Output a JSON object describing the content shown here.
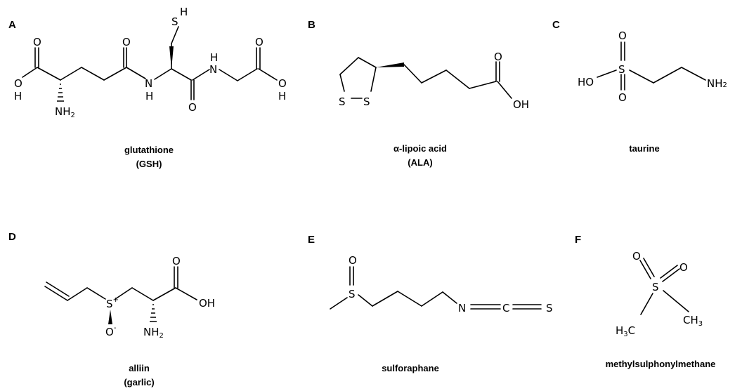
{
  "panels": {
    "A": {
      "letter": "A",
      "name": "glutathione",
      "abbr": "(GSH)",
      "atoms": {
        "o1": "O",
        "o2": "O",
        "o3": "O",
        "o4": "O",
        "oh_left_o": "O",
        "oh_left_h": "H",
        "oh_right_o": "O",
        "oh_right_h": "H",
        "nh2": "NH",
        "nh2_sub": "2",
        "nh_mid_n": "N",
        "nh_mid_h": "H",
        "nh_right_n": "N",
        "nh_right_h": "H",
        "sh_s": "S",
        "sh_h": "H"
      }
    },
    "B": {
      "letter": "B",
      "name": "α-lipoic acid",
      "abbr": "(ALA)",
      "atoms": {
        "s1": "S",
        "s2": "S",
        "o": "O",
        "oh": "OH"
      }
    },
    "C": {
      "letter": "C",
      "name": "taurine",
      "atoms": {
        "o_top": "O",
        "o_bottom": "O",
        "s": "S",
        "ho": "HO",
        "nh": "NH",
        "nh_sub": "2"
      }
    },
    "D": {
      "letter": "D",
      "name": "alliin",
      "abbr": "(garlic)",
      "atoms": {
        "s": "S",
        "s_charge": "+",
        "o_minus": "O",
        "o_charge": "-",
        "o": "O",
        "oh": "OH",
        "nh": "NH",
        "nh_sub": "2"
      }
    },
    "E": {
      "letter": "E",
      "name": "sulforaphane",
      "atoms": {
        "o": "O",
        "s1": "S",
        "n": "N",
        "c": "C",
        "s2": "S"
      }
    },
    "F": {
      "letter": "F",
      "name": "methylsulphonylmethane",
      "atoms": {
        "o1": "O",
        "o2": "O",
        "s": "S",
        "h3c_h": "H",
        "h3c_sub": "3",
        "h3c_c": "C",
        "ch3_ch": "CH",
        "ch3_sub": "3"
      }
    }
  }
}
